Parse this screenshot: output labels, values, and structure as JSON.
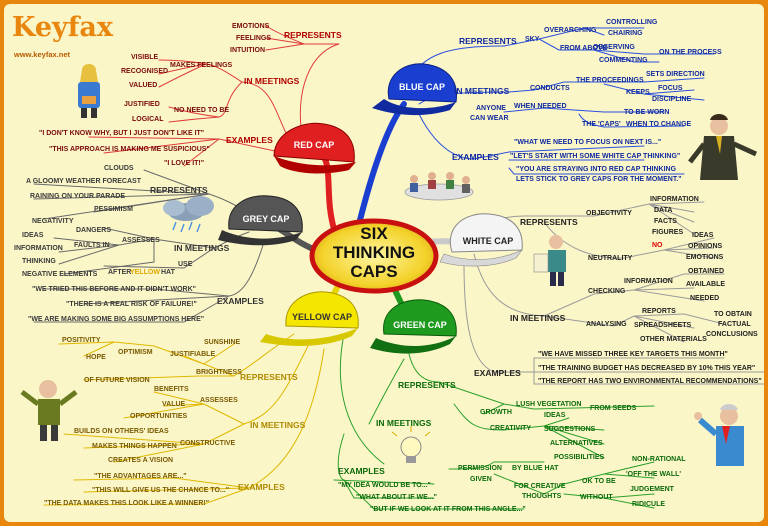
{
  "logo": {
    "title": "Keyfax",
    "url": "www.keyfax.net"
  },
  "center": {
    "line1": "SIX",
    "line2": "THINKING",
    "line3": "CAPS"
  },
  "red": {
    "cap": "RED CAP",
    "represents": "REPRESENTS",
    "emotions": "EMOTIONS",
    "feelings": "FEELINGS",
    "intuition": "INTUITION",
    "in_meetings": "IN MEETINGS",
    "makes_feelings": "MAKES FEELINGS",
    "visible": "VISIBLE",
    "recognised": "RECOGNISED",
    "valued": "VALUED",
    "no_need": "NO NEED TO BE",
    "justified": "JUSTIFIED",
    "logical": "LOGICAL",
    "examples": "EXAMPLES",
    "ex1": "\"I DON'T KNOW WHY, BUT I JUST DON'T LIKE IT\"",
    "ex2": "\"THIS APPROACH IS MAKING ME SUSPICIOUS\"",
    "ex3": "\"I LOVE IT!\""
  },
  "blue": {
    "cap": "BLUE CAP",
    "represents": "REPRESENTS",
    "sky": "SKY",
    "overarching": "OVERARCHING",
    "controlling": "CONTROLLING",
    "chairing": "CHAIRING",
    "from_above": "FROM ABOVE",
    "observing": "OBSERVING",
    "commenting": "COMMENTING",
    "on_process": "ON THE PROCESS",
    "in_meetings": "IN MEETINGS",
    "conducts": "CONDUCTS",
    "proceedings": "THE PROCEEDINGS",
    "sets_direction": "SETS DIRECTION",
    "keeps": "KEEPS",
    "focus": "FOCUS",
    "discipline": "DISCIPLINE",
    "anyone1": "ANYONE",
    "anyone2": "CAN WEAR",
    "when_needed": "WHEN NEEDED",
    "the_caps": "THE 'CAPS'",
    "to_be_worn": "TO BE WORN",
    "when_to_change": "WHEN TO CHANGE",
    "examples": "EXAMPLES",
    "ex1": "\"WHAT WE NEED TO FOCUS ON NEXT IS...\"",
    "ex2": "\"LET'S START WITH SOME WHITE CAP THINKING\"",
    "ex3a": "\"YOU ARE STRAYING INTO RED CAP THINKING",
    "ex3b": "LETS STICK TO GREY CAPS FOR THE MOMENT.\""
  },
  "grey": {
    "cap": "GREY CAP",
    "represents": "REPRESENTS",
    "clouds": "CLOUDS",
    "gloomy": "A GLOOMY WEATHER FORECAST",
    "raining": "RAINING ON YOUR PARADE",
    "pessimism": "PESSIMISM",
    "negativity": "NEGATIVITY",
    "in_meetings": "IN MEETINGS",
    "assesses": "ASSESSES",
    "dangers": "DANGERS",
    "faults_in": "FAULTS IN",
    "ideas": "IDEAS",
    "information": "INFORMATION",
    "thinking": "THINKING",
    "negative_elements": "NEGATIVE ELEMENTS",
    "use": "USE",
    "after": "AFTER",
    "yellow": "YELLOW",
    "hat": "HAT",
    "examples": "EXAMPLES",
    "ex1": "\"WE TRIED THIS BEFORE AND IT DIDN'T WORK\"",
    "ex2": "\"THERE IS A REAL RISK OF FAILURE!\"",
    "ex3": "\"WE ARE MAKING SOME BIG ASSUMPTIONS HERE\""
  },
  "white": {
    "cap": "WHITE CAP",
    "represents": "REPRESENTS",
    "objectivity": "OBJECTIVITY",
    "information": "INFORMATION",
    "data": "DATA",
    "facts": "FACTS",
    "figures": "FIGURES",
    "neutrality": "NEUTRALITY",
    "no": "NO",
    "ideas": "IDEAS",
    "opinions": "OPINIONS",
    "emotions": "EMOTIONS",
    "in_meetings": "IN MEETINGS",
    "checking": "CHECKING",
    "information2": "INFORMATION",
    "obtained": "OBTAINED",
    "available": "AVAILABLE",
    "needed": "NEEDED",
    "analysing": "ANALYSING",
    "reports": "REPORTS",
    "spreadsheets": "SPREADSHEETS",
    "other_materials": "OTHER MATERIALS",
    "to_obtain1": "TO OBTAIN",
    "to_obtain2": "FACTUAL",
    "to_obtain3": "CONCLUSIONS",
    "examples": "EXAMPLES",
    "ex1": "\"WE HAVE MISSED THREE KEY TARGETS THIS MONTH\"",
    "ex2": "\"THE TRAINING BUDGET HAS DECREASED BY 10% THIS YEAR\"",
    "ex3": "\"THE REPORT HAS TWO ENVIRONMENTAL RECOMMENDATIONS\""
  },
  "yellow": {
    "cap": "YELLOW CAP",
    "represents": "REPRESENTS",
    "sunshine": "SUNSHINE",
    "positivity": "POSITIVITY",
    "optimism": "OPTIMISM",
    "hope": "HOPE",
    "justifiable": "JUSTIFIABLE",
    "brightness": "BRIGHTNESS",
    "future_vision": "OF FUTURE VISION",
    "in_meetings": "IN MEETINGS",
    "assesses": "ASSESSES",
    "benefits": "BENEFITS",
    "value": "VALUE",
    "opportunities": "OPPORTUNITIES",
    "builds": "BUILDS ON OTHERS' IDEAS",
    "constructive": "CONSTRUCTIVE",
    "makes_things": "MAKES THINGS HAPPEN",
    "creates_vision": "CREATES A VISION",
    "examples": "EXAMPLES",
    "ex1": "\"THE ADVANTAGES ARE...\"",
    "ex2": "\"THIS WILL GIVE US THE CHANCE TO...\"",
    "ex3": "\"THE DATA MAKES THIS LOOK LIKE A WINNER!\""
  },
  "green": {
    "cap": "GREEN CAP",
    "represents": "REPRESENTS",
    "growth": "GROWTH",
    "lush": "LUSH VEGETATION",
    "from_seeds": "FROM SEEDS",
    "creativity": "CREATIVITY",
    "ideas": "IDEAS",
    "suggestions": "SUGGESTIONS",
    "alternatives": "ALTERNATIVES",
    "possibilities": "POSSIBILITIES",
    "in_meetings": "IN MEETINGS",
    "permission1": "PERMISSION",
    "permission2": "GIVEN",
    "by_blue_hat": "BY BLUE HAT",
    "for_creative1": "FOR CREATIVE",
    "for_creative2": "THOUGHTS",
    "ok_to_be": "OK TO BE",
    "non_rational": "NON-RATIONAL",
    "off_the_wall": "'OFF THE WALL'",
    "without": "WITHOUT",
    "judgement": "JUDGEMENT",
    "ridicule": "RIDICULE",
    "examples": "EXAMPLES",
    "ex1": "\"MY IDEA WOULD BE TO...\"",
    "ex2": "\"WHAT ABOUT IF WE...\"",
    "ex3": "\"BUT IF WE LOOK AT IT FROM THIS ANGLE...\""
  },
  "colors": {
    "frame": "#e8860e",
    "background": "#fbf6c8",
    "red": "#e02020",
    "blue": "#1a3fd0",
    "grey": "#555555",
    "white": "#f4f4f4",
    "yellow": "#f5e600",
    "green": "#1e9a1e",
    "logo": "#e8860e",
    "text": "#5a0e0e"
  }
}
